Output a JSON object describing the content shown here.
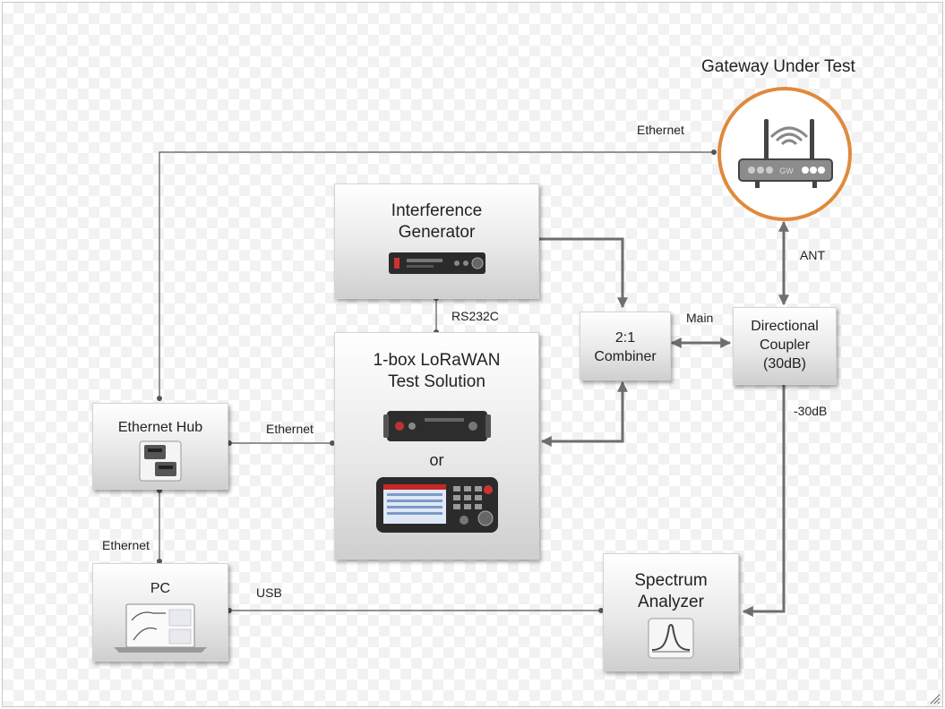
{
  "gateway": {
    "title": "Gateway Under Test",
    "badge": "GW"
  },
  "nodes": {
    "interference": {
      "line1": "Interference",
      "line2": "Generator"
    },
    "test_solution": {
      "line1": "1-box LoRaWAN",
      "line2": "Test Solution",
      "or": "or"
    },
    "combiner": {
      "line1": "2:1",
      "line2": "Combiner"
    },
    "coupler": {
      "line1": "Directional",
      "line2": "Coupler",
      "line3": "(30dB)"
    },
    "hub": {
      "label": "Ethernet Hub"
    },
    "pc": {
      "label": "PC"
    },
    "spectrum": {
      "line1": "Spectrum",
      "line2": "Analyzer"
    }
  },
  "connections": {
    "gw_ethernet": "Ethernet",
    "ant": "ANT",
    "rs232c": "RS232C",
    "main": "Main",
    "minus30": "-30dB",
    "hub_ethernet": "Ethernet",
    "pc_ethernet": "Ethernet",
    "usb": "USB"
  },
  "colors": {
    "accent": "#e08a3c",
    "wire": "#555555",
    "arrow": "#6e6e6e"
  }
}
